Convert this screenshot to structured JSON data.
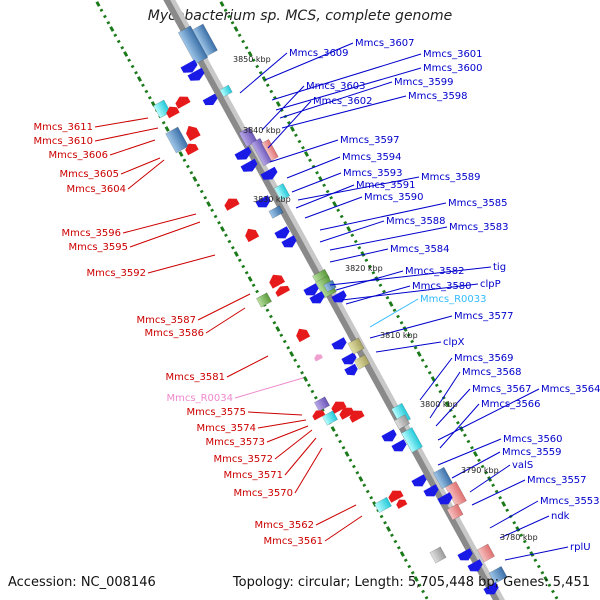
{
  "title": "Mycobacterium sp. MCS, complete genome",
  "footer": {
    "accession": "Accession: NC_008146",
    "summary": "Topology: circular; Length: 5,705,448 bp; Genes: 5,451"
  },
  "colors": {
    "forward_label": "#0000cc",
    "reverse_label": "#cc0000",
    "rna_label_cyan": "#33bbff",
    "rna_label_pink": "#ee88cc",
    "backbone": "#8a8a8a",
    "tick": "#1a7a1a",
    "gene_blue": "#1a1ae6",
    "gene_red": "#e61a1a"
  },
  "scale_labels": [
    "3850 kbp",
    "3840 kbp",
    "3830 kbp",
    "3820 kbp",
    "3810 kbp",
    "3800 kbp",
    "3790 kbp",
    "3780 kbp"
  ],
  "right_labels": [
    {
      "text": "Mmcs_3607",
      "color": "#0000cc"
    },
    {
      "text": "Mmcs_3609",
      "color": "#0000cc"
    },
    {
      "text": "Mmcs_3601",
      "color": "#0000cc"
    },
    {
      "text": "Mmcs_3600",
      "color": "#0000cc"
    },
    {
      "text": "Mmcs_3599",
      "color": "#0000cc"
    },
    {
      "text": "Mmcs_3603",
      "color": "#0000cc"
    },
    {
      "text": "Mmcs_3598",
      "color": "#0000cc"
    },
    {
      "text": "Mmcs_3602",
      "color": "#0000cc"
    },
    {
      "text": "Mmcs_3597",
      "color": "#0000cc"
    },
    {
      "text": "Mmcs_3594",
      "color": "#0000cc"
    },
    {
      "text": "Mmcs_3593",
      "color": "#0000cc"
    },
    {
      "text": "Mmcs_3589",
      "color": "#0000cc"
    },
    {
      "text": "Mmcs_3591",
      "color": "#0000cc"
    },
    {
      "text": "Mmcs_3590",
      "color": "#0000cc"
    },
    {
      "text": "Mmcs_3585",
      "color": "#0000cc"
    },
    {
      "text": "Mmcs_3588",
      "color": "#0000cc"
    },
    {
      "text": "Mmcs_3583",
      "color": "#0000cc"
    },
    {
      "text": "Mmcs_3584",
      "color": "#0000cc"
    },
    {
      "text": "tig",
      "color": "#0000cc"
    },
    {
      "text": "Mmcs_3582",
      "color": "#0000cc"
    },
    {
      "text": "clpP",
      "color": "#0000cc"
    },
    {
      "text": "Mmcs_3580",
      "color": "#0000cc"
    },
    {
      "text": "Mmcs_R0033",
      "color": "#33bbff"
    },
    {
      "text": "Mmcs_3577",
      "color": "#0000cc"
    },
    {
      "text": "clpX",
      "color": "#0000cc"
    },
    {
      "text": "Mmcs_3569",
      "color": "#0000cc"
    },
    {
      "text": "Mmcs_3568",
      "color": "#0000cc"
    },
    {
      "text": "Mmcs_3567",
      "color": "#0000cc"
    },
    {
      "text": "Mmcs_3564",
      "color": "#0000cc"
    },
    {
      "text": "Mmcs_3566",
      "color": "#0000cc"
    },
    {
      "text": "Mmcs_3560",
      "color": "#0000cc"
    },
    {
      "text": "Mmcs_3559",
      "color": "#0000cc"
    },
    {
      "text": "valS",
      "color": "#0000cc"
    },
    {
      "text": "Mmcs_3557",
      "color": "#0000cc"
    },
    {
      "text": "Mmcs_3553",
      "color": "#0000cc"
    },
    {
      "text": "ndk",
      "color": "#0000cc"
    },
    {
      "text": "rplU",
      "color": "#0000cc"
    }
  ],
  "left_labels": [
    {
      "text": "Mmcs_3611",
      "color": "#cc0000"
    },
    {
      "text": "Mmcs_3610",
      "color": "#cc0000"
    },
    {
      "text": "Mmcs_3606",
      "color": "#cc0000"
    },
    {
      "text": "Mmcs_3605",
      "color": "#cc0000"
    },
    {
      "text": "Mmcs_3604",
      "color": "#cc0000"
    },
    {
      "text": "Mmcs_3596",
      "color": "#cc0000"
    },
    {
      "text": "Mmcs_3595",
      "color": "#cc0000"
    },
    {
      "text": "Mmcs_3592",
      "color": "#cc0000"
    },
    {
      "text": "Mmcs_3587",
      "color": "#cc0000"
    },
    {
      "text": "Mmcs_3586",
      "color": "#cc0000"
    },
    {
      "text": "Mmcs_3581",
      "color": "#cc0000"
    },
    {
      "text": "Mmcs_R0034",
      "color": "#ee88cc"
    },
    {
      "text": "Mmcs_3575",
      "color": "#cc0000"
    },
    {
      "text": "Mmcs_3574",
      "color": "#cc0000"
    },
    {
      "text": "Mmcs_3573",
      "color": "#cc0000"
    },
    {
      "text": "Mmcs_3572",
      "color": "#cc0000"
    },
    {
      "text": "Mmcs_3571",
      "color": "#cc0000"
    },
    {
      "text": "Mmcs_3570",
      "color": "#cc0000"
    },
    {
      "text": "Mmcs_3562",
      "color": "#cc0000"
    },
    {
      "text": "Mmcs_3561",
      "color": "#cc0000"
    }
  ]
}
